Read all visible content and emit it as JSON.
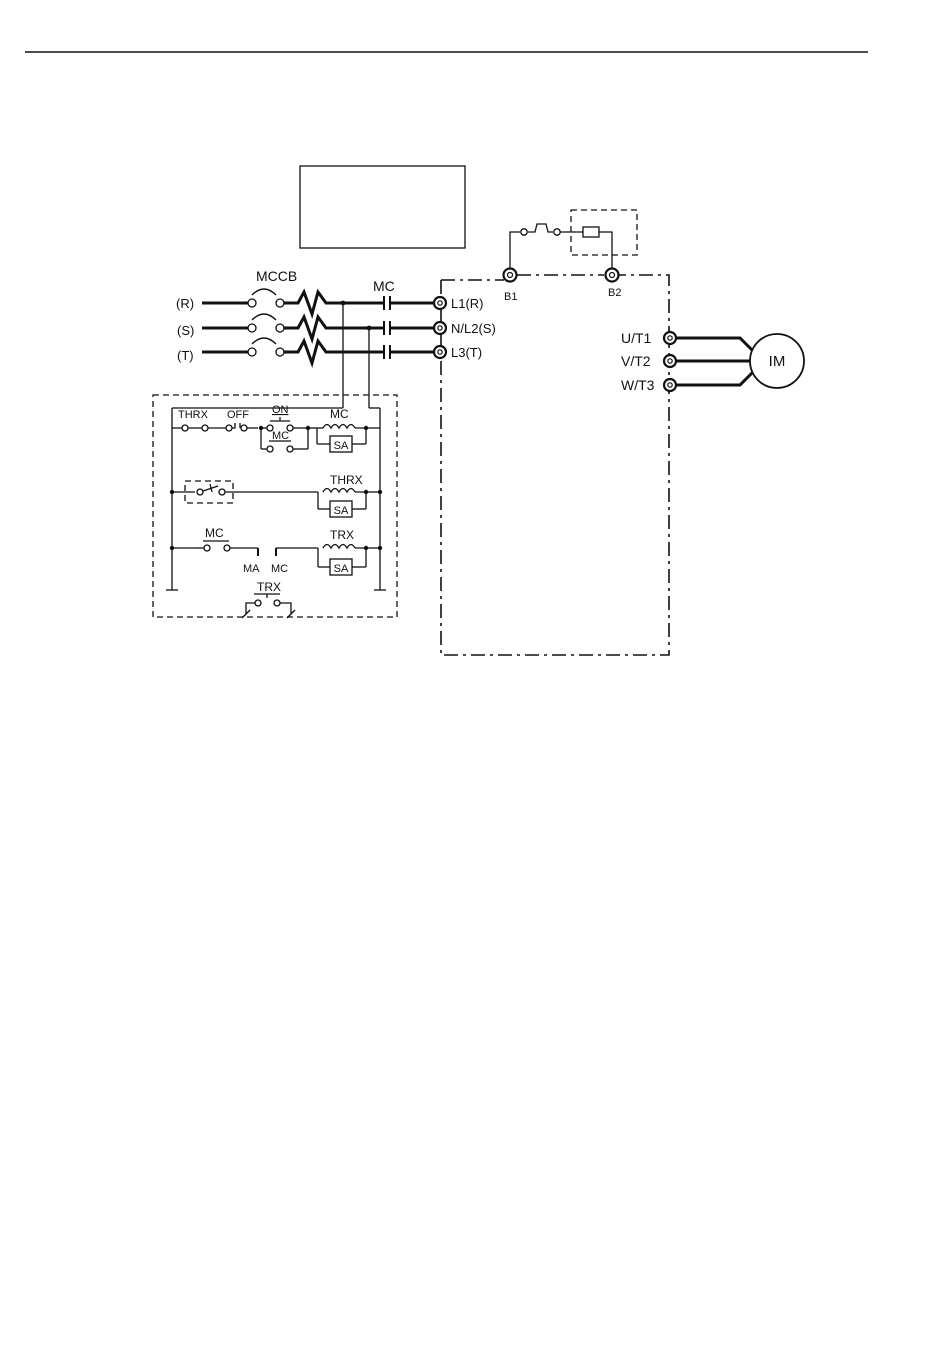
{
  "diagram": {
    "power_inputs": [
      "(R)",
      "(S)",
      "(T)"
    ],
    "breaker_label": "MCCB",
    "contactor_label": "MC",
    "inverter_input_terminals": [
      "L1(R)",
      "N/L2(S)",
      "L3(T)"
    ],
    "braking_terminals": [
      "B1",
      "B2"
    ],
    "output_terminals": [
      "U/T1",
      "V/T2",
      "W/T3"
    ],
    "motor_label": "IM",
    "control_circuit": {
      "rung1": {
        "thrx": "THRX",
        "off": "OFF",
        "on": "ON",
        "mc_seal": "MC",
        "coil": "MC",
        "surge": "SA"
      },
      "rung2": {
        "coil": "THRX",
        "surge": "SA"
      },
      "rung3": {
        "mc_contact": "MC",
        "ma": "MA",
        "mc_term": "MC",
        "coil": "TRX",
        "surge": "SA"
      },
      "rung4": {
        "trx": "TRX"
      }
    }
  }
}
